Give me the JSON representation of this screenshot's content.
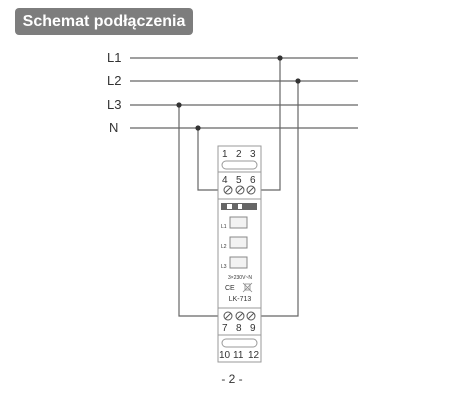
{
  "header": {
    "title": "Schemat podłączenia"
  },
  "lines": [
    "L1",
    "L2",
    "L3",
    "N"
  ],
  "device": {
    "top_terminals": [
      "1",
      "2",
      "3"
    ],
    "upper_terminals": [
      "4",
      "5",
      "6"
    ],
    "lower_terminals": [
      "7",
      "8",
      "9"
    ],
    "bottom_terminals": [
      "10",
      "11",
      "12"
    ],
    "phase_labels": [
      "L1",
      "L2",
      "L3"
    ],
    "voltage": "3×230V~N",
    "ce": "CE",
    "model": "LK-713"
  },
  "footer": {
    "page": "- 2 -"
  }
}
